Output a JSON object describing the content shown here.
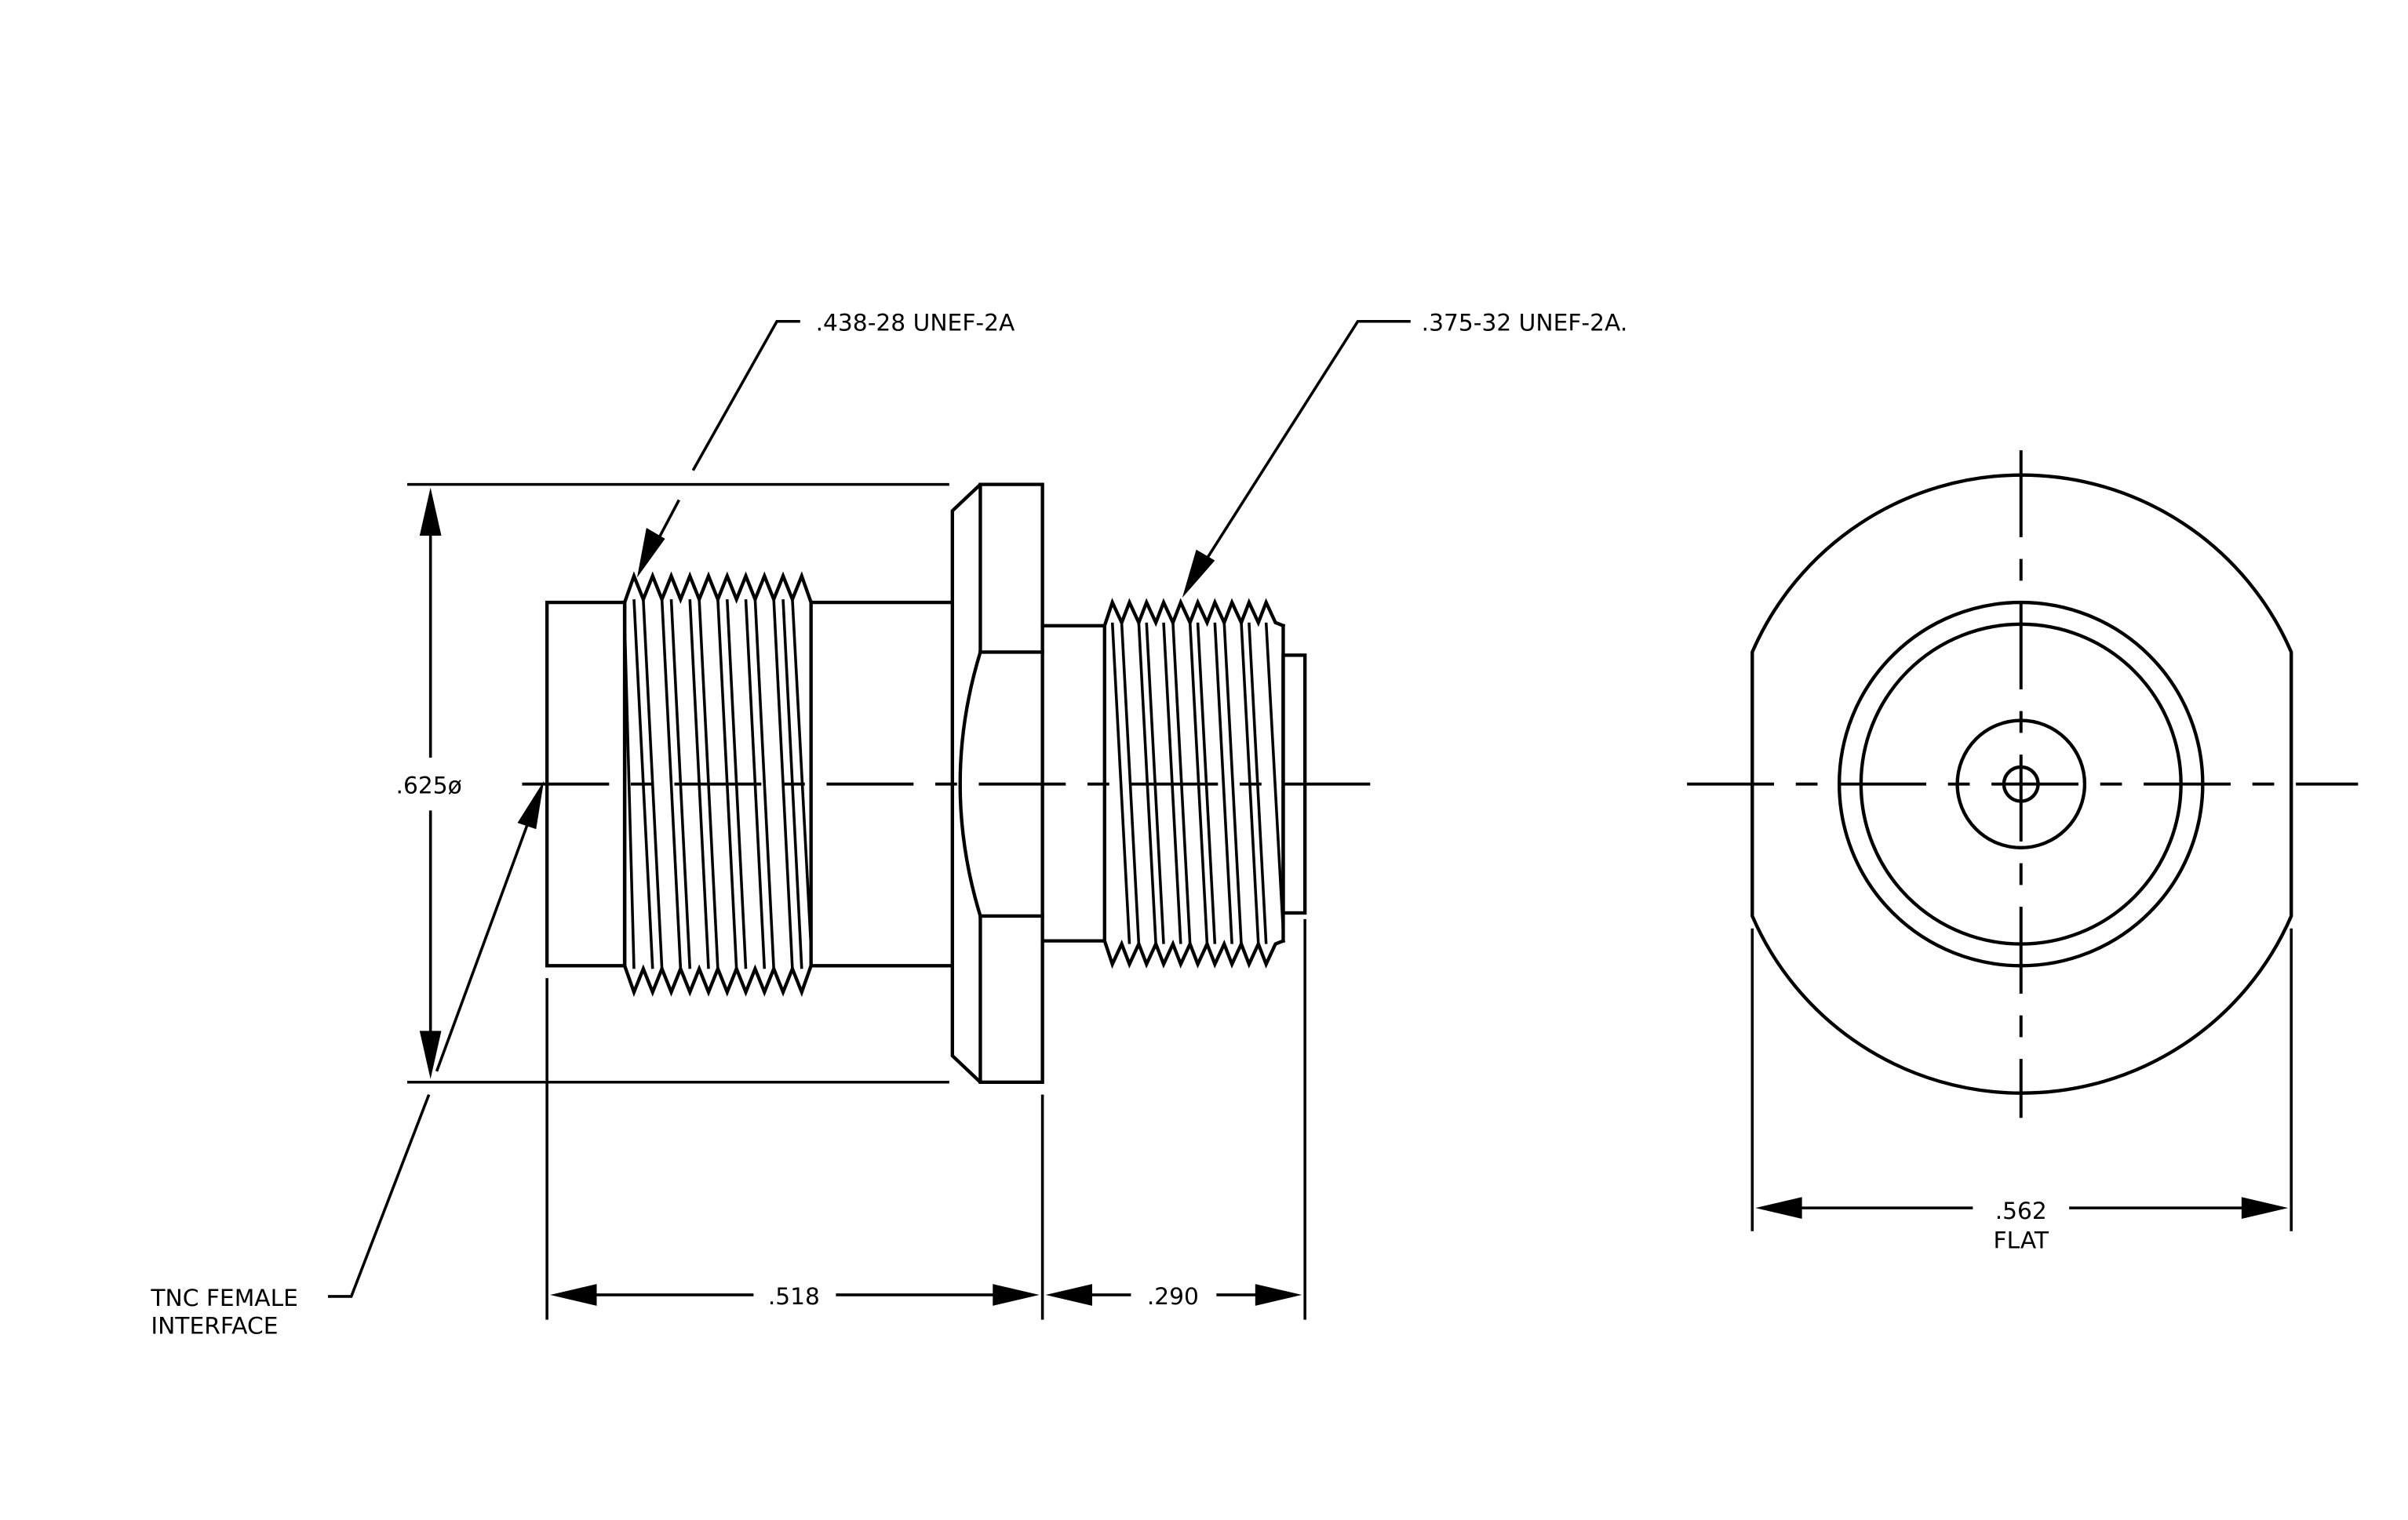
{
  "drawing": {
    "title": "",
    "labels": {
      "thread_large": ".438-28 UNEF-2A",
      "thread_small": ".375-32 UNEF-2A.",
      "diameter": ".625ø",
      "length_body": ".518",
      "length_rear": ".290",
      "flat_width": ".562",
      "flat_word": "FLAT",
      "interface_line1": "TNC FEMALE",
      "interface_line2": "INTERFACE"
    }
  }
}
